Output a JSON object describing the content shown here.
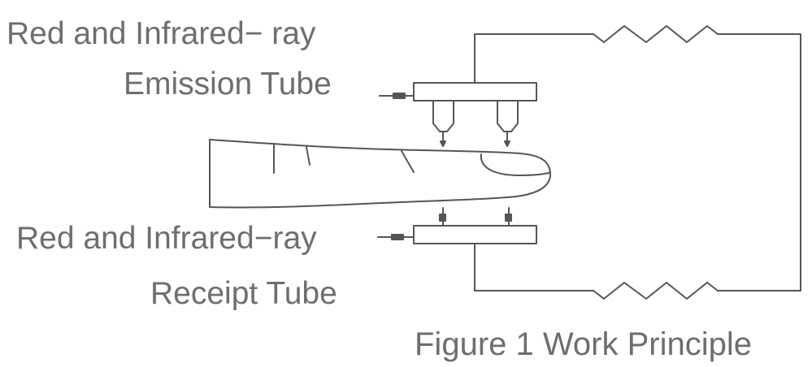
{
  "labels": {
    "emission_line1": "Red and Infrared− ray",
    "emission_line2": "Emission Tube",
    "receipt_line1": "Red and Infrared−ray",
    "receipt_line2": "Receipt Tube",
    "caption": "Figure 1 Work Principle"
  },
  "colors": {
    "line": "#555555",
    "text": "#6e6e6e",
    "background": "#ffffff"
  }
}
